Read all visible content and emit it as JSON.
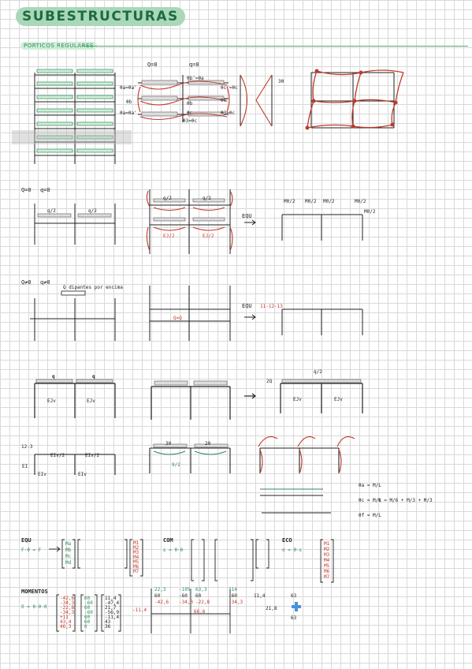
{
  "header": {
    "title": "SUBESTRUCTURAS",
    "subtitle": "PORTICOS REGULARES"
  },
  "row1": {
    "labels": [
      "Q=0",
      "q=0",
      "θa=θa'",
      "θb'=θa",
      "θc'=θc",
      "θb",
      "θb",
      "θc",
      "θa=θa'",
      "θc",
      "θ3=θc",
      "θ3=θc"
    ],
    "side": "3θ"
  },
  "row2": {
    "labels": [
      "Q=0",
      "q=0",
      "EQU"
    ],
    "mid_labels": [
      "q/2",
      "q/2",
      "q/2",
      "q/2",
      "EJ/2",
      "EJ/2"
    ],
    "moments": [
      "M0/2",
      "M0/2",
      "M0/2",
      "M0/2",
      "M0/2"
    ]
  },
  "row3": {
    "labels": [
      "Q≠0",
      "q≠0",
      "EQU"
    ],
    "note": "Q dipantes por encima",
    "eq": "Q=Q",
    "extra": "11-12-13"
  },
  "row4": {
    "labels": [
      "q",
      "q",
      "EJv",
      "EJv",
      "q/2",
      "EJv",
      "EJv"
    ],
    "arrow_label": "2Q"
  },
  "row5": {
    "labels": [
      "12-3",
      "EI",
      "EIv/2",
      "EIv/2",
      "EIv",
      "EIv",
      "30",
      "20",
      "9/2"
    ],
    "formulas": [
      "θa = M/L",
      "θc = M/L",
      "θf = M/L",
      "θ = M/6 + M/3 + M/3"
    ]
  },
  "row6": {
    "equ": "EQU",
    "equ_formula": "F·θ = F",
    "com": "COM",
    "com_formula": "ε = θ·θ",
    "eco": "ECO",
    "eco_formula": "σ = θ·ε",
    "vector_a": [
      "Ma",
      "Mb",
      "Mc",
      "Md"
    ],
    "vector_r": [
      "M1",
      "M2",
      "M3",
      "M4",
      "M5",
      "M6",
      "M7"
    ]
  },
  "row7": {
    "title": "MOMENTOS",
    "formula": "δ = θ·θ·θ",
    "col1": [
      "-42,6",
      "-34,3",
      "-22,8",
      "-34,3",
      "+11",
      "43,4",
      "46,3"
    ],
    "col2": [
      "60",
      "-60",
      "60",
      "-60",
      "60",
      "60",
      "0"
    ],
    "col3": [
      "11,4",
      "-47,4",
      "21,7",
      "-56,9",
      "-11,4",
      "43",
      "36"
    ],
    "frame_top": [
      "22,3",
      "-105",
      "63,3",
      "114"
    ],
    "frame_mid": [
      "60",
      "-60",
      "60",
      "-60"
    ],
    "frame_low": [
      "-42,6",
      "-34,3",
      "-22,8",
      "-34,3"
    ],
    "side": [
      "-11,4",
      "66,6",
      "11,4",
      "21,8",
      "63",
      "63"
    ]
  },
  "colors": {
    "accent": "#2f8a5a",
    "highlight": "#a8d8b8",
    "red": "#c0392b",
    "ink": "#222222"
  }
}
